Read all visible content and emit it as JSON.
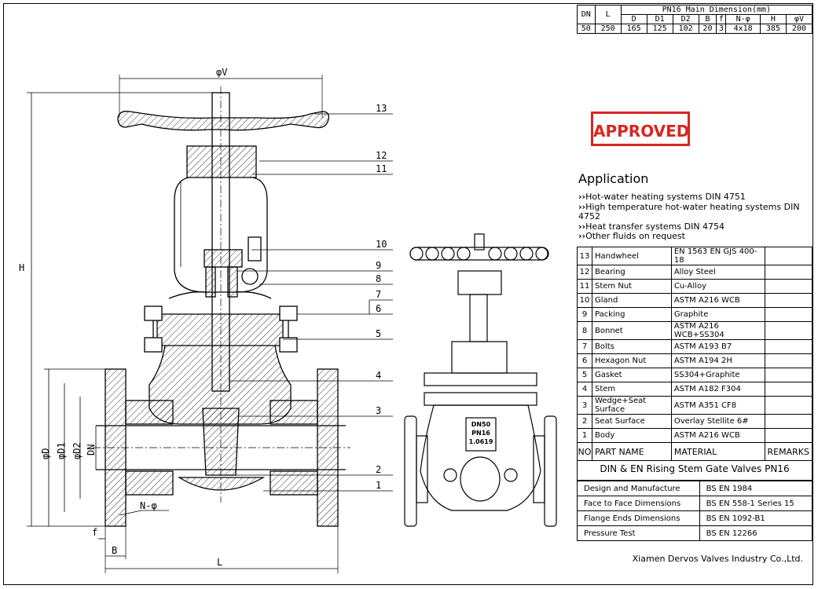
{
  "dimension_table": {
    "col_dn": "DN",
    "col_l": "L",
    "group_header": "PN16 Main Dimension(mm)",
    "sub_headers": [
      "D",
      "D1",
      "D2",
      "B",
      "f",
      "N-φ",
      "H",
      "φV"
    ],
    "row": [
      "50",
      "250",
      "165",
      "125",
      "102",
      "20",
      "3",
      "4x18",
      "385",
      "200"
    ]
  },
  "stamp": {
    "text": "APPROVED",
    "color": "#d8261f"
  },
  "application": {
    "heading": "Application",
    "items": [
      "Hot-water heating systems DIN 4751",
      "High temperature hot-water heating systems DIN 4752",
      "Heat transfer systems DIN 4754",
      "Other fluids on request"
    ]
  },
  "parts": [
    {
      "no": "13",
      "name": "Handwheel",
      "material": "EN 1563 EN GJS 400-18",
      "remarks": ""
    },
    {
      "no": "12",
      "name": "Bearing",
      "material": "Alloy Steel",
      "remarks": ""
    },
    {
      "no": "11",
      "name": "Stem Nut",
      "material": "Cu-Alloy",
      "remarks": ""
    },
    {
      "no": "10",
      "name": "Gland",
      "material": "ASTM A216 WCB",
      "remarks": ""
    },
    {
      "no": "9",
      "name": "Packing",
      "material": "Graphite",
      "remarks": ""
    },
    {
      "no": "8",
      "name": "Bonnet",
      "material": "ASTM A216 WCB+SS304",
      "remarks": ""
    },
    {
      "no": "7",
      "name": "Bolts",
      "material": "ASTM A193 B7",
      "remarks": ""
    },
    {
      "no": "6",
      "name": "Hexagon Nut",
      "material": "ASTM A194 2H",
      "remarks": ""
    },
    {
      "no": "5",
      "name": "Gasket",
      "material": "SS304+Graphite",
      "remarks": ""
    },
    {
      "no": "4",
      "name": "Stem",
      "material": "ASTM A182 F304",
      "remarks": ""
    },
    {
      "no": "3",
      "name": "Wedge+Seat Surface",
      "material": "ASTM A351 CF8",
      "remarks": ""
    },
    {
      "no": "2",
      "name": "Seat Surface",
      "material": "Overlay Stellite 6#",
      "remarks": ""
    },
    {
      "no": "1",
      "name": "Body",
      "material": "ASTM A216 WCB",
      "remarks": ""
    }
  ],
  "parts_header": {
    "no": "NO",
    "name": "PART NAME",
    "material": "MATERIAL",
    "remarks": "REMARKS"
  },
  "title": "DIN & EN Rising Stem Gate Valves PN16",
  "standards": [
    {
      "label": "Design and Manufacture",
      "value": "BS EN 1984"
    },
    {
      "label": "Face to Face Dimensions",
      "value": "BS EN 558-1 Series 15"
    },
    {
      "label": "Flange Ends Dimensions",
      "value": "BS EN 1092-B1"
    },
    {
      "label": "Pressure Test",
      "value": "BS EN 12266"
    }
  ],
  "company": "Xiamen Dervos Valves Industry Co.,Ltd.",
  "drawing_labels": {
    "phi_v": "φV",
    "h": "H",
    "phi_d": "φD",
    "phi_d1": "φD1",
    "phi_d2": "φD2",
    "dn": "DN",
    "n_phi": "N-φ",
    "f": "f",
    "b": "B",
    "l": "L",
    "callouts": [
      "13",
      "12",
      "11",
      "10",
      "9",
      "8",
      "7",
      "6",
      "5",
      "4",
      "3",
      "2",
      "1"
    ]
  },
  "body_marking": [
    "DN50",
    "PN16",
    "1.0619"
  ]
}
